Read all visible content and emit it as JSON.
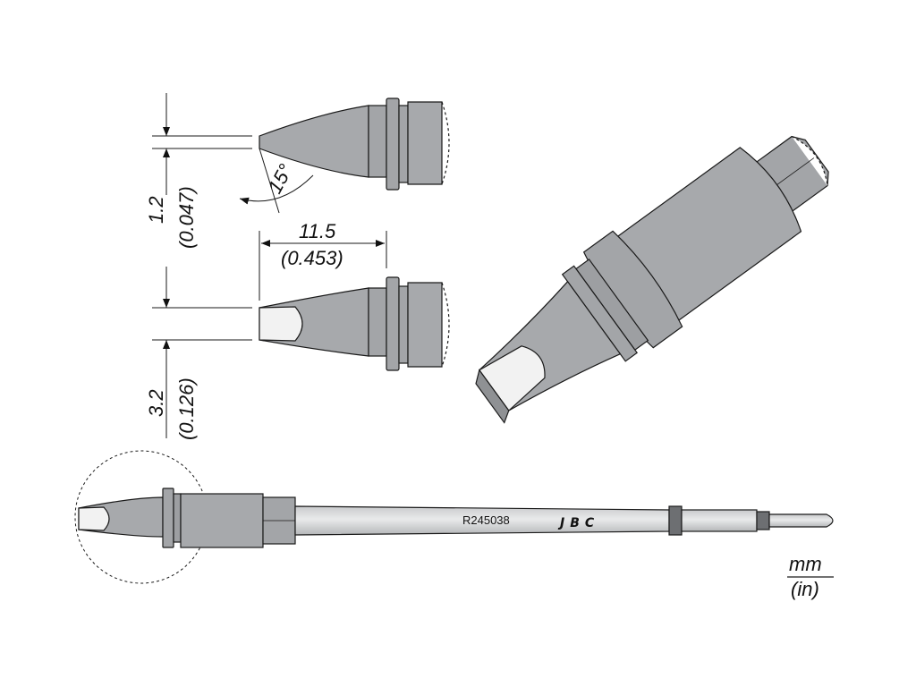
{
  "dimensions": {
    "thickness_mm": "1.2",
    "thickness_in": "(0.047)",
    "angle": "15°",
    "length_mm": "11.5",
    "length_in": "(0.453)",
    "width_mm": "3.2",
    "width_in": "(0.126)"
  },
  "tip": {
    "part_number": "R245038",
    "brand": "JBC"
  },
  "units": {
    "primary": "mm",
    "secondary": "(in)"
  },
  "colors": {
    "metal": "#a7a9ac",
    "metal_dark": "#8f9194",
    "metal_light": "#d7d8da",
    "tin": "#f2f2f2",
    "line": "#1a1a1a"
  }
}
